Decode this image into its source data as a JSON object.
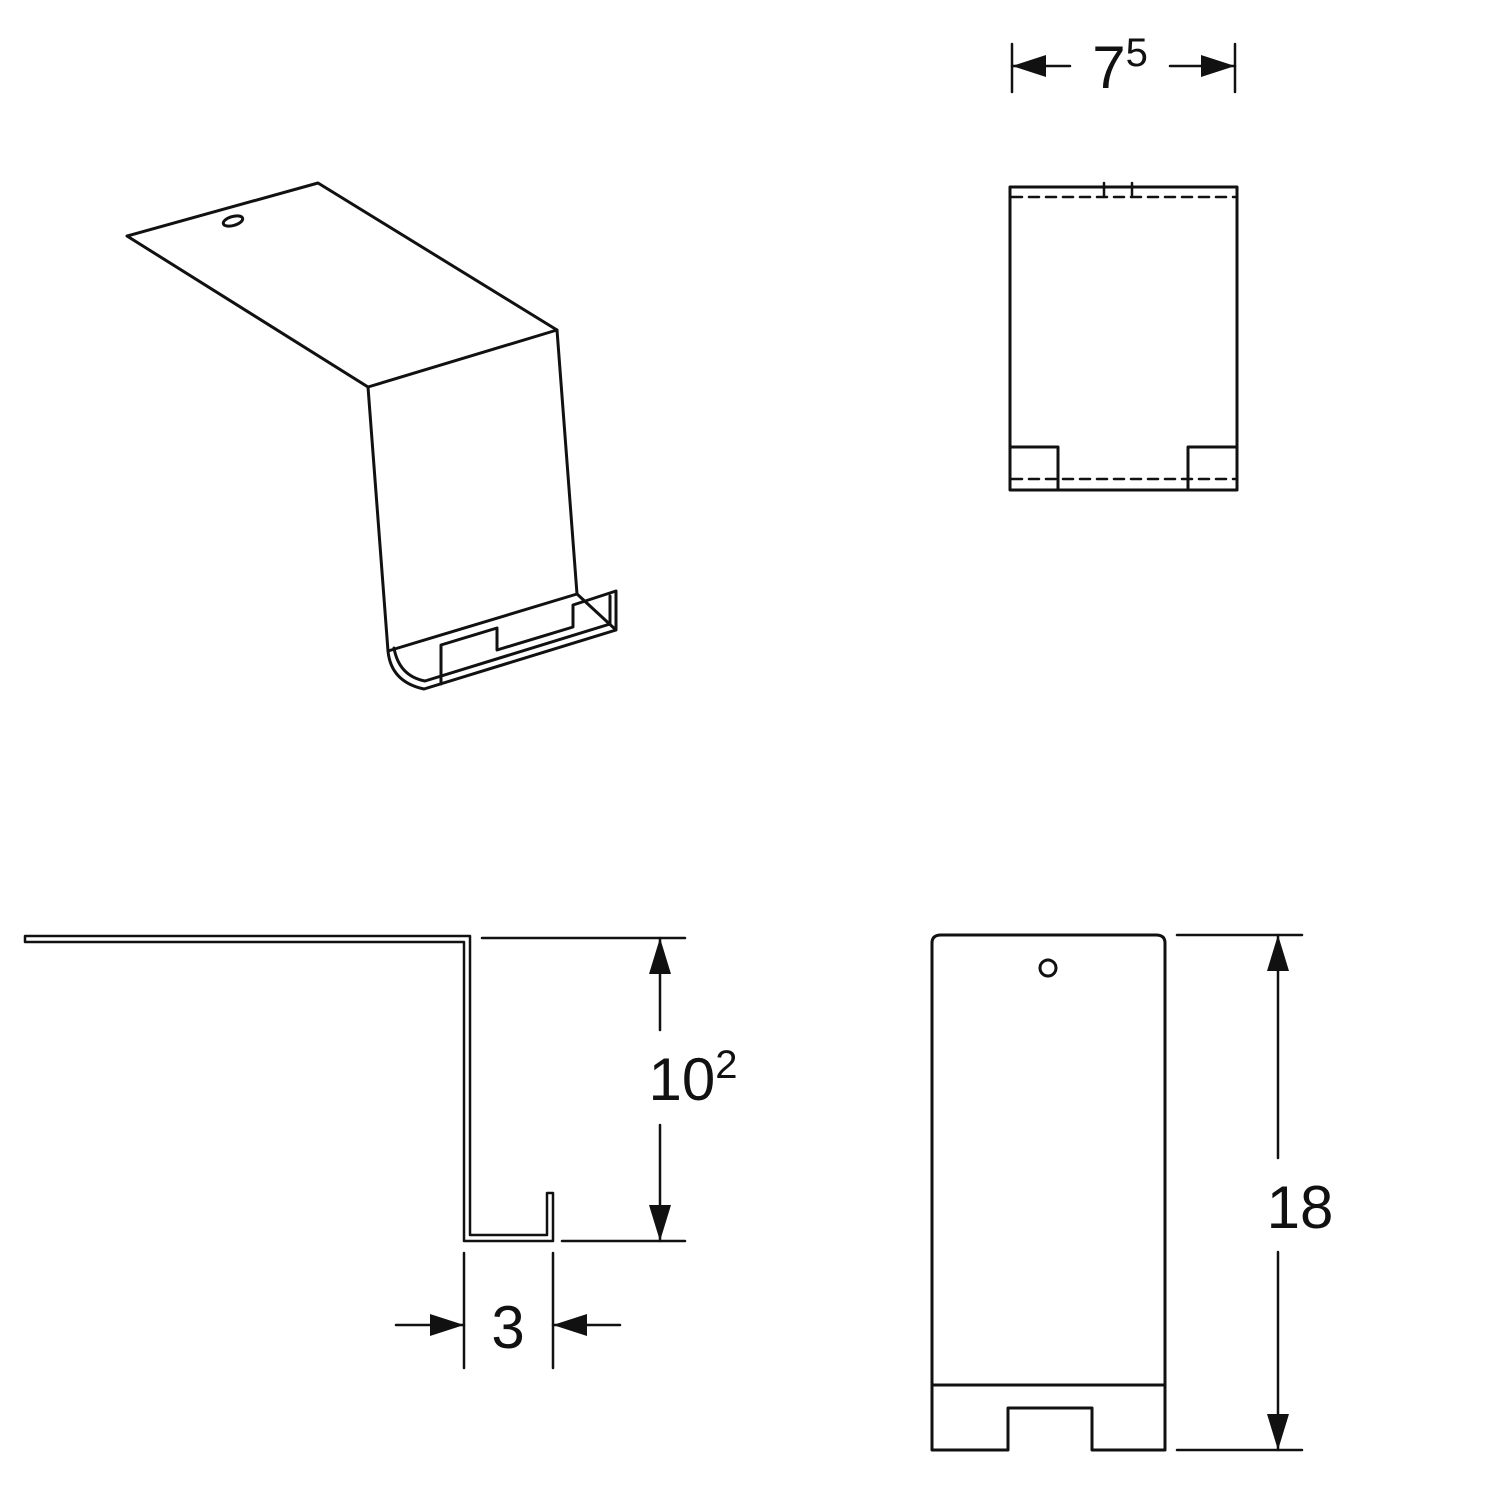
{
  "page": {
    "background": "#ffffff",
    "line_color": "#111111"
  },
  "dimensions": {
    "width_top": {
      "value": "7",
      "sup": "5"
    },
    "hook_height": {
      "value": "10",
      "sup": "2"
    },
    "hook_depth": {
      "value": "3"
    },
    "overall_height": {
      "value": "18"
    }
  }
}
